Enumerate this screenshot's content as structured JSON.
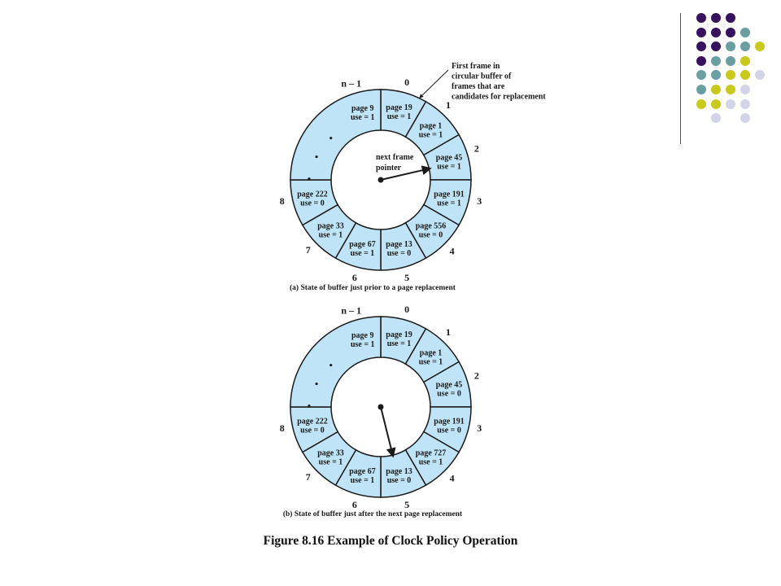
{
  "theme": {
    "ring_fill": "#bfe4f7",
    "ring_stroke": "#1a1a1a",
    "dot_colors": {
      "purple": "#36125f",
      "teal": "#6a9ea0",
      "yellow": "#c9c91a",
      "lavender": "#d4d4e8"
    }
  },
  "decor": {
    "dot_grid": [
      [
        "purple",
        "purple",
        "purple",
        "",
        ""
      ],
      [
        "purple",
        "purple",
        "purple",
        "teal",
        ""
      ],
      [
        "purple",
        "purple",
        "teal",
        "teal",
        "yellow"
      ],
      [
        "purple",
        "teal",
        "teal",
        "yellow",
        ""
      ],
      [
        "teal",
        "teal",
        "yellow",
        "yellow",
        "lavender"
      ],
      [
        "teal",
        "yellow",
        "yellow",
        "lavender",
        ""
      ],
      [
        "yellow",
        "yellow",
        "lavender",
        "lavender",
        ""
      ],
      [
        "",
        "lavender",
        "",
        "lavender",
        ""
      ]
    ]
  },
  "figure_title": "Figure 8.16   Example of Clock Policy Operation",
  "diagrams": [
    {
      "caption": "(a) State of buffer just prior to a page replacement",
      "pointer_label_line1": "next frame",
      "pointer_label_line2": "pointer",
      "pointer_at": 2,
      "callout_lines": [
        "First frame in",
        "circular buffer of",
        "frames that are",
        "candidates for replacement"
      ],
      "index_labels": [
        "0",
        "1",
        "2",
        "3",
        "4",
        "5",
        "6",
        "7",
        "8",
        "n – 1"
      ],
      "ellipsis": [
        "•",
        "•",
        "•"
      ],
      "frames": [
        {
          "page": "page 19",
          "use": "use = 1"
        },
        {
          "page": "page 1",
          "use": "use = 1"
        },
        {
          "page": "page 45",
          "use": "use = 1"
        },
        {
          "page": "page 191",
          "use": "use = 1"
        },
        {
          "page": "page 556",
          "use": "use = 0"
        },
        {
          "page": "page 13",
          "use": "use = 0"
        },
        {
          "page": "page 67",
          "use": "use = 1"
        },
        {
          "page": "page 33",
          "use": "use = 1"
        },
        {
          "page": "page 222",
          "use": "use = 0"
        },
        {
          "page": "page 9",
          "use": "use = 1"
        }
      ]
    },
    {
      "caption": "(b) State of buffer just after the next page replacement",
      "pointer_at": 5,
      "index_labels": [
        "0",
        "1",
        "2",
        "3",
        "4",
        "5",
        "6",
        "7",
        "8",
        "n – 1"
      ],
      "ellipsis": [
        "•",
        "•",
        "•"
      ],
      "frames": [
        {
          "page": "page 19",
          "use": "use = 1"
        },
        {
          "page": "page 1",
          "use": "use = 1"
        },
        {
          "page": "page 45",
          "use": "use = 0"
        },
        {
          "page": "page 191",
          "use": "use = 0"
        },
        {
          "page": "page 727",
          "use": "use = 1"
        },
        {
          "page": "page 13",
          "use": "use = 0"
        },
        {
          "page": "page 67",
          "use": "use = 1"
        },
        {
          "page": "page 33",
          "use": "use = 1"
        },
        {
          "page": "page 222",
          "use": "use = 0"
        },
        {
          "page": "page 9",
          "use": "use = 1"
        }
      ]
    }
  ]
}
